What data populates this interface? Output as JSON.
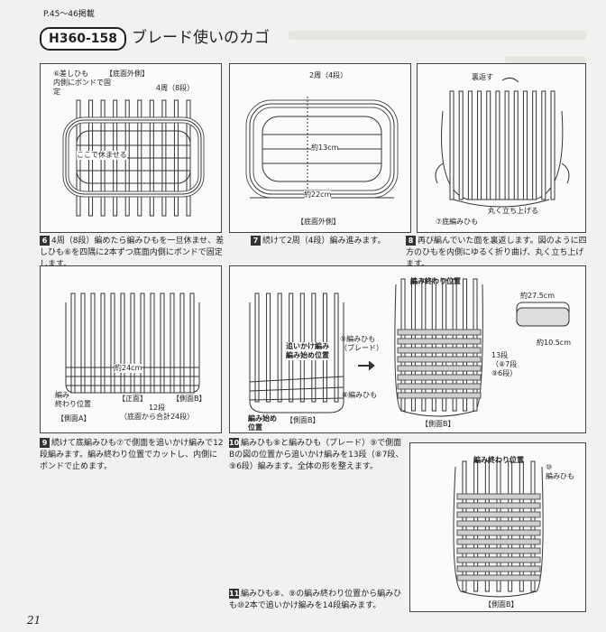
{
  "header": {
    "page_ref": "P.45～46掲載",
    "code": "H360-158",
    "title": "ブレード使いのカゴ"
  },
  "steps": [
    {
      "num": "6",
      "text": "4周（8段）編めたら編みひもを一旦休ませ、差しひも⑥を四隅に2本ずつ底面内側にボンドで固定します。"
    },
    {
      "num": "7",
      "text": "続けて2周（4段）編み進みます。"
    },
    {
      "num": "8",
      "text": "再び編んでいた面を裏返します。図のように四方のひもを内側にゆるく折り曲げ、丸く立ち上げます。"
    },
    {
      "num": "9",
      "text": "続けて底編みひも⑦で側面を追いかけ編みで12段編みます。編み終わり位置でカットし、内側にボンドで止めます。"
    },
    {
      "num": "10",
      "text": "編みひも⑧と編みひも（ブレード）⑨で側面Bの図の位置から追いかけ編みを13段（⑧7段、⑨6段）編みます。全体の形を整えます。"
    },
    {
      "num": "11",
      "text": "編みひも⑧、⑨の編み終わり位置から編みひも⑩2本で追いかけ編みを14段編みます。"
    }
  ],
  "fig6": {
    "label_top": "【底面外側】",
    "label_sashi": "⑥差しひも\n内側にボンドで固定",
    "label_rounds": "4周（8段）",
    "label_rest": "ここで休ませる"
  },
  "fig7": {
    "label_rounds": "2周（4段）",
    "label_h": "約13cm",
    "label_w": "約22cm",
    "label_bottom": "【底面外側】"
  },
  "fig8": {
    "label_flip": "裏返す",
    "label_raise": "丸く立ち上げる",
    "label_base": "⑦底編みひも"
  },
  "fig9": {
    "label_w": "約24cm",
    "label_end": "編み\n終わり位置",
    "label_front": "【正面】",
    "label_side_b": "【側面B】",
    "label_side_a": "【側面A】",
    "label_rows": "12段\n（底面から合計24段）"
  },
  "fig10": {
    "label_chase": "追いかけ編み\n編み始め位置",
    "label_blade": "⑨編みひも\n（ブレード）",
    "label_cord8": "⑧編みひも",
    "label_start": "編み始め\n位置",
    "label_side_b": "【側面B】",
    "label_end": "編み終わり位置",
    "label_rows": "13段\n（⑧7段\n⑨6段）",
    "label_side_b2": "【側面B】",
    "label_w": "約27.5cm",
    "label_h": "約10.5cm"
  },
  "fig11": {
    "label_end": "編み終わり位置",
    "label_cord10": "⑩\n編みひも",
    "label_side_b": "【側面B】"
  },
  "page_number": "21"
}
